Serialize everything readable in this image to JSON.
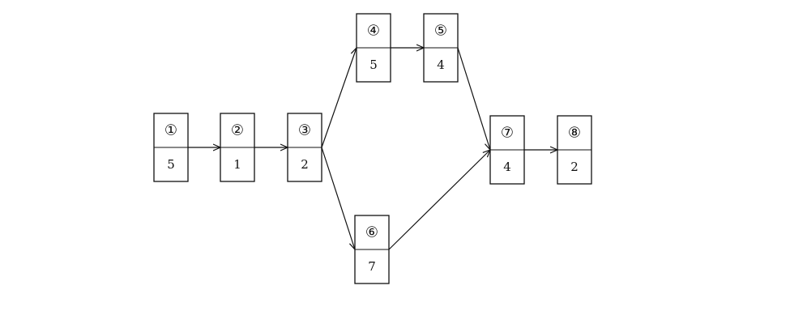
{
  "diagram": {
    "type": "activity-on-node network",
    "nodes": [
      {
        "key": "n1",
        "id": "①",
        "duration": "5"
      },
      {
        "key": "n2",
        "id": "②",
        "duration": "1"
      },
      {
        "key": "n3",
        "id": "③",
        "duration": "2"
      },
      {
        "key": "n4",
        "id": "④",
        "duration": "5"
      },
      {
        "key": "n5",
        "id": "⑤",
        "duration": "4"
      },
      {
        "key": "n6",
        "id": "⑥",
        "duration": "7"
      },
      {
        "key": "n7",
        "id": "⑦",
        "duration": "4"
      },
      {
        "key": "n8",
        "id": "⑧",
        "duration": "2"
      }
    ],
    "edges": [
      {
        "from": "n1",
        "to": "n2"
      },
      {
        "from": "n2",
        "to": "n3"
      },
      {
        "from": "n3",
        "to": "n4"
      },
      {
        "from": "n3",
        "to": "n6"
      },
      {
        "from": "n4",
        "to": "n5"
      },
      {
        "from": "n5",
        "to": "n7"
      },
      {
        "from": "n6",
        "to": "n7"
      },
      {
        "from": "n7",
        "to": "n8"
      }
    ],
    "colors": {
      "stroke": "#111111",
      "background": "#ffffff"
    }
  }
}
